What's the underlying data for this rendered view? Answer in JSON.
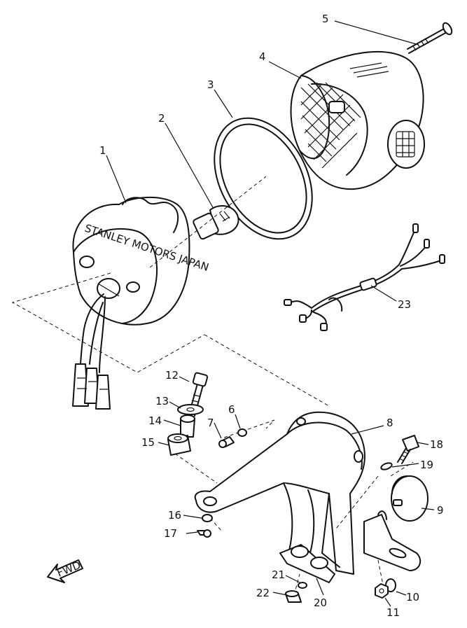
{
  "diagram": {
    "parts": [
      {
        "id": "1",
        "label": "1"
      },
      {
        "id": "2",
        "label": "2"
      },
      {
        "id": "3",
        "label": "3"
      },
      {
        "id": "4",
        "label": "4"
      },
      {
        "id": "5",
        "label": "5"
      },
      {
        "id": "6",
        "label": "6"
      },
      {
        "id": "7",
        "label": "7"
      },
      {
        "id": "8",
        "label": "8"
      },
      {
        "id": "9",
        "label": "9"
      },
      {
        "id": "10",
        "label": "10"
      },
      {
        "id": "11",
        "label": "11"
      },
      {
        "id": "12",
        "label": "12"
      },
      {
        "id": "13",
        "label": "13"
      },
      {
        "id": "14",
        "label": "14"
      },
      {
        "id": "15",
        "label": "15"
      },
      {
        "id": "16",
        "label": "16"
      },
      {
        "id": "17",
        "label": "17"
      },
      {
        "id": "18",
        "label": "18"
      },
      {
        "id": "19",
        "label": "19"
      },
      {
        "id": "20",
        "label": "20"
      },
      {
        "id": "21",
        "label": "21"
      },
      {
        "id": "22",
        "label": "22"
      },
      {
        "id": "23",
        "label": "23"
      }
    ],
    "fwd_label": "FWD",
    "lamp_body_text": "STANLEY  MOTORS  JAPAN"
  }
}
